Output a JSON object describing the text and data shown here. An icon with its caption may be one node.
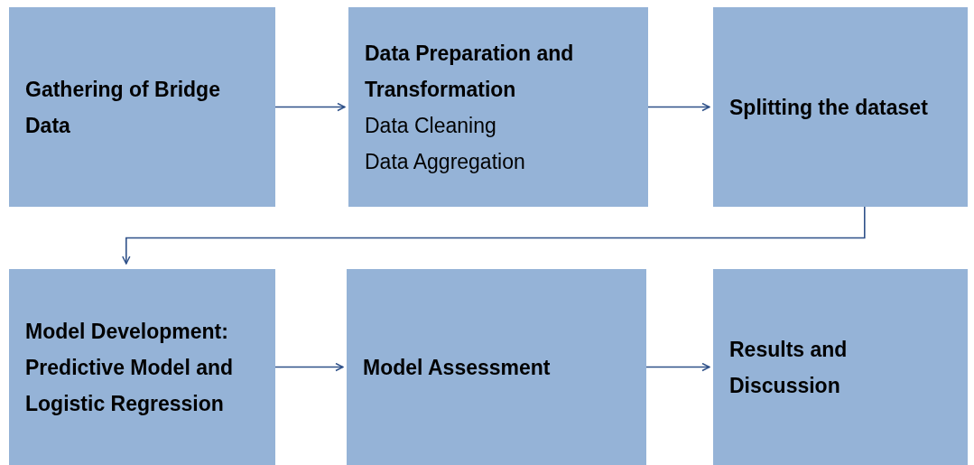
{
  "diagram": {
    "nodes": [
      {
        "text": [
          "Gathering of Bridge Data"
        ]
      },
      {
        "text": [
          "Data Preparation and Transformation",
          "Data Cleaning",
          "Data Aggregation"
        ]
      },
      {
        "text": [
          "Splitting the dataset"
        ]
      },
      {
        "text": [
          "Model Development: Predictive Model and Logistic Regression"
        ]
      },
      {
        "text": [
          "Model Assessment"
        ]
      },
      {
        "text": [
          "Results and Discussion"
        ]
      }
    ],
    "edges": [
      {
        "from": 0,
        "to": 1,
        "arrow": "to"
      },
      {
        "from": 1,
        "to": 2,
        "arrow": "to"
      },
      {
        "from": 2,
        "to": 3,
        "arrow": "to"
      },
      {
        "from": 3,
        "to": 4,
        "arrow": "to"
      },
      {
        "from": 4,
        "to": 5,
        "arrow": "to"
      }
    ]
  }
}
